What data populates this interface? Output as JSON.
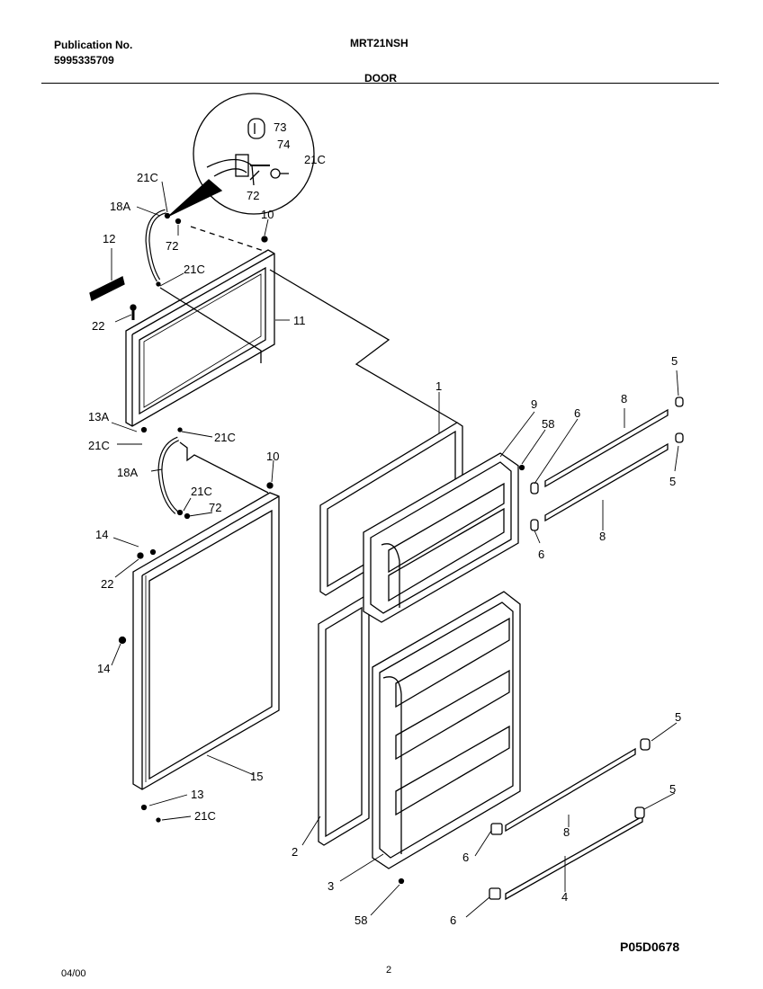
{
  "header": {
    "publication_label": "Publication No.",
    "publication_number": "5995335709",
    "model": "MRT21NSH",
    "section": "DOOR"
  },
  "footer": {
    "date": "04/00",
    "page": "2",
    "reference": "P05D0678"
  },
  "callouts": [
    {
      "id": "c73",
      "text": "73"
    },
    {
      "id": "c74",
      "text": "74"
    },
    {
      "id": "c21c_top",
      "text": "21C"
    },
    {
      "id": "c72_top",
      "text": "72"
    },
    {
      "id": "c21c_a",
      "text": "21C"
    },
    {
      "id": "c18a_a",
      "text": "18A"
    },
    {
      "id": "c72_a",
      "text": "72"
    },
    {
      "id": "c10_a",
      "text": "10"
    },
    {
      "id": "c12",
      "text": "12"
    },
    {
      "id": "c21c_b",
      "text": "21C"
    },
    {
      "id": "c22_a",
      "text": "22"
    },
    {
      "id": "c11",
      "text": "11"
    },
    {
      "id": "c13a",
      "text": "13A"
    },
    {
      "id": "c21c_c",
      "text": "21C"
    },
    {
      "id": "c21c_d",
      "text": "21C"
    },
    {
      "id": "c10_b",
      "text": "10"
    },
    {
      "id": "c18a_b",
      "text": "18A"
    },
    {
      "id": "c21c_e",
      "text": "21C"
    },
    {
      "id": "c72_b",
      "text": "72"
    },
    {
      "id": "c14_a",
      "text": "14"
    },
    {
      "id": "c22_b",
      "text": "22"
    },
    {
      "id": "c14_b",
      "text": "14"
    },
    {
      "id": "c15",
      "text": "15"
    },
    {
      "id": "c13",
      "text": "13"
    },
    {
      "id": "c21c_f",
      "text": "21C"
    },
    {
      "id": "c1",
      "text": "1"
    },
    {
      "id": "c9",
      "text": "9"
    },
    {
      "id": "c58_a",
      "text": "58"
    },
    {
      "id": "c6_a",
      "text": "6"
    },
    {
      "id": "c8_a",
      "text": "8"
    },
    {
      "id": "c5_a",
      "text": "5"
    },
    {
      "id": "c5_b",
      "text": "5"
    },
    {
      "id": "c8_b",
      "text": "8"
    },
    {
      "id": "c6_b",
      "text": "6"
    },
    {
      "id": "c2",
      "text": "2"
    },
    {
      "id": "c3",
      "text": "3"
    },
    {
      "id": "c58_b",
      "text": "58"
    },
    {
      "id": "c5_c",
      "text": "5"
    },
    {
      "id": "c8_c",
      "text": "8"
    },
    {
      "id": "c5_d",
      "text": "5"
    },
    {
      "id": "c6_c",
      "text": "6"
    },
    {
      "id": "c4",
      "text": "4"
    },
    {
      "id": "c6_d",
      "text": "6"
    }
  ]
}
